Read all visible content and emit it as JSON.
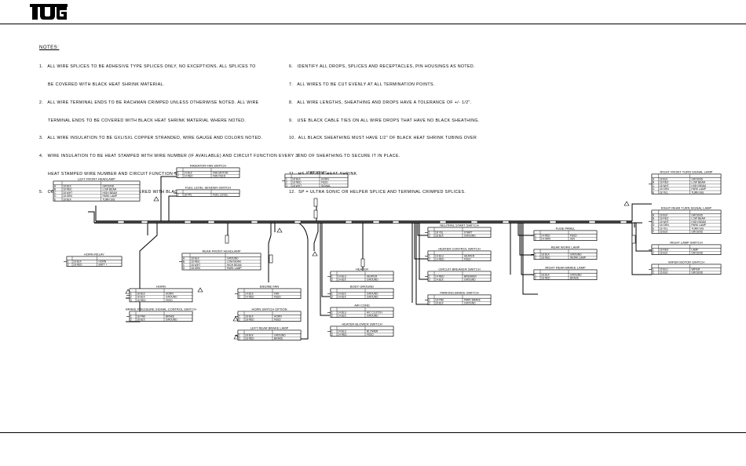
{
  "header": {
    "logo_text": "TUG"
  },
  "notes": {
    "title": "NOTES:",
    "left": [
      "1.   ALL WIRE SPLICES TO BE ADHESIVE TYPE SPLICES ONLY, NO EXCEPTIONS. ALL SPLICES TO",
      "      BE COVERED WITH BLACK HEAT SHRINK MATERIAL.",
      "2.   ALL WIRE TERMINAL ENDS TO BE RACHMAN CRIMPED UNLESS OTHERWISE NOTED. ALL WIRE",
      "      TERMINAL ENDS TO BE COVERED WITH BLACK HEAT SHRINK MATERIAL WHERE NOTED.",
      "3.   ALL WIRE INSULATION TO BE GXL/SXL COPPER STRANDED, WIRE GAUGE AND COLORS NOTED.",
      "4.   WIRE INSULATION TO BE HEAT STAMPED WITH WIRE NUMBER (IF AVAILABLE) AND CIRCUIT FUNCTION EVERY 3\"",
      "      HEAT STAMPED WIRE NUMBER AND CIRCUIT FUNCTION SHALL NOT RUB OFF.",
      "5.   COMPLETED WIRE HARNESS TO BE COVERED WITH BLACK SHEATHING."
    ],
    "right": [
      "6.   IDENTIFY ALL DROPS, SPLICES AND RECEPTACLES, PIN HOUSINGS AS NOTED.",
      "7.   ALL WIRES TO BE CUT EVENLY AT ALL TERMINATION POINTS.",
      "8.   ALL WIRE LENGTHS, SHEATHING AND DROPS HAVE A TOLERANCE OF +/- 1/2\".",
      "9.   USE BLACK CABLE TIES ON ALL WIRE DROPS THAT HAVE NO BLACK SHEATHING.",
      "10.  ALL BLACK SHEATHING MUST HAVE 1/2\" OF BLACK HEAT SHRINK TUBING OVER",
      "      END OF SHEATHING TO SECURE IT IN PLACE.",
      "11.  HS = BLACK HEAT SHRINK",
      "12.  SP = ULTRA SONIC OR HELPER SPLICE AND TERMINAL CRIMPED SPLICES."
    ]
  },
  "tables": [
    {
      "title": "LEFT FRONT HEADLAMP",
      "rows": [
        [
          "A",
          "18 BLK",
          "GROUND"
        ],
        [
          "B",
          "18 RED",
          "LOW BEAM"
        ],
        [
          "C",
          "18 WHT",
          "HIGH BEAM"
        ],
        [
          "D",
          "18 GRN",
          "PARK LAMP"
        ],
        [
          "E",
          "18 BLK",
          "TURN SIG"
        ]
      ]
    },
    {
      "title": "HORN RELAY",
      "rows": [
        [
          "1",
          "18 BLK",
          "HORN"
        ],
        [
          "2",
          "18 RED",
          "BATT +"
        ]
      ]
    },
    {
      "title": "RADIATOR FAN SWITCH",
      "rows": [
        [
          "1",
          "14 BLK",
          "FAN MOTOR"
        ],
        [
          "2",
          "14 RED",
          "FAN FEED"
        ]
      ]
    },
    {
      "title": "FUEL LEVEL SENDER SWITCH",
      "rows": [
        [
          "1",
          "18 PPL",
          "FUEL LEVEL"
        ]
      ]
    },
    {
      "title": "REAR FRONT HEADLAMP",
      "rows": [
        [
          "A",
          "18 BLK",
          "GROUND"
        ],
        [
          "B",
          "18 RED",
          "LOW BEAM"
        ],
        [
          "C",
          "18 WHT",
          "HIGH BEAM"
        ],
        [
          "D",
          "18 GRN",
          "PARK LAMP"
        ]
      ]
    },
    {
      "title": "HORN",
      "rows": [
        [
          "1",
          "18 BLK",
          "HORN"
        ],
        [
          "2",
          "18 BLK",
          "GROUND"
        ],
        [
          "3",
          "18 RED",
          "FEED"
        ]
      ]
    },
    {
      "title": "ENGINE FAN",
      "rows": [
        [
          "1",
          "14 BLK",
          "FAN"
        ],
        [
          "2",
          "14 RED",
          "FEED"
        ]
      ]
    },
    {
      "title": "BRAKE PRESSURE SIGNAL CONTROL SWITCH",
      "rows": [
        [
          "1",
          "18 PNK",
          "BRAKE"
        ],
        [
          "2",
          "18 BLK",
          "GROUND"
        ]
      ]
    },
    {
      "title": "HORN RELAY",
      "rows": [
        [
          "1",
          "18 BLK",
          "HORN"
        ],
        [
          "2",
          "18 RED",
          "FEED"
        ],
        [
          "3",
          "18 WHT",
          "SIGNAL"
        ]
      ]
    },
    {
      "title": "HORN SWITCH OPTION",
      "rows": [
        [
          "1",
          "18 BLK",
          "HORN"
        ],
        [
          "2",
          "18 RED",
          "FEED"
        ]
      ]
    },
    {
      "title": "LEFT REAR BRAKE LAMP",
      "rows": [
        [
          "1",
          "18 BLK",
          "GROUND"
        ],
        [
          "2",
          "18 RED",
          "BRAKE"
        ]
      ]
    },
    {
      "title": "HEATER",
      "rows": [
        [
          "1",
          "14 BLU",
          "HEATER"
        ],
        [
          "2",
          "14 BLK",
          "GROUND"
        ]
      ]
    },
    {
      "title": "BODY GROUND",
      "rows": [
        [
          "1",
          "14 BLK",
          "GROUND"
        ],
        [
          "2",
          "14 BLK",
          "GROUND"
        ]
      ]
    },
    {
      "title": "AIR COND",
      "rows": [
        [
          "1",
          "14 BLU",
          "A/C CLUTCH"
        ],
        [
          "2",
          "14 BLK",
          "GROUND"
        ]
      ]
    },
    {
      "title": "NEUTRAL START SWITCH",
      "rows": [
        [
          "1",
          "18 YEL",
          "START"
        ],
        [
          "2",
          "18 BLK",
          "GROUND"
        ]
      ]
    },
    {
      "title": "HEATER BLOWER SWITCH",
      "rows": [
        [
          "1",
          "14 BLU",
          "BLOWER"
        ],
        [
          "2",
          "14 RED",
          "FEED"
        ]
      ]
    },
    {
      "title": "HEATER CONTROL SWITCH",
      "rows": [
        [
          "1",
          "14 BLU",
          "HEATER"
        ],
        [
          "2",
          "14 RED",
          "FEED"
        ]
      ]
    },
    {
      "title": "CIRCUIT BREAKER SWITCH",
      "rows": [
        [
          "1",
          "14 RED",
          "BREAKER"
        ],
        [
          "2",
          "14 BLK",
          "GROUND"
        ]
      ]
    },
    {
      "title": "PARKING BRAKE SWITCH",
      "rows": [
        [
          "1",
          "18 PNK",
          "PARK BRAKE"
        ],
        [
          "2",
          "18 BLK",
          "GROUND"
        ]
      ]
    },
    {
      "title": "FUSE PANEL",
      "rows": [
        [
          "1",
          "14 RED",
          "FEED"
        ],
        [
          "2",
          "14 ORN",
          "IGN"
        ]
      ]
    },
    {
      "title": "REAR WORK LAMP",
      "rows": [
        [
          "1",
          "18 BLK",
          "GROUND"
        ],
        [
          "2",
          "18 RED",
          "WORK LAMP"
        ]
      ]
    },
    {
      "title": "RIGHT REAR BRAKE LAMP",
      "rows": [
        [
          "1",
          "18 BLK",
          "GROUND"
        ],
        [
          "2",
          "18 RED",
          "BRAKE"
        ]
      ]
    },
    {
      "title": "RIGHT FRONT TURN SIGNAL LAMP",
      "rows": [
        [
          "A",
          "18 BLK",
          "GROUND"
        ],
        [
          "B",
          "18 RED",
          "LOW BEAM"
        ],
        [
          "C",
          "18 WHT",
          "HIGH BEAM"
        ],
        [
          "D",
          "18 GRN",
          "PARK LAMP"
        ],
        [
          "E",
          "18 YEL",
          "TURN SIG"
        ]
      ]
    },
    {
      "title": "RIGHT REAR TURN SIGNAL LAMP",
      "rows": [
        [
          "A",
          "18 BLK",
          "GROUND"
        ],
        [
          "B",
          "18 RED",
          "LOW BEAM"
        ],
        [
          "C",
          "18 WHT",
          "HIGH BEAM"
        ],
        [
          "D",
          "18 GRN",
          "PARK LAMP"
        ],
        [
          "E",
          "18 YEL",
          "TURN SIG"
        ],
        [
          "F",
          "18 BLK",
          "GROUND"
        ]
      ]
    },
    {
      "title": "RIGHT LAMP SWITCH",
      "rows": [
        [
          "1",
          "18 RED",
          "LAMP"
        ],
        [
          "2",
          "18 BLK",
          "GROUND"
        ]
      ]
    },
    {
      "title": "WIPER MOTOR SWITCH",
      "rows": [
        [
          "1",
          "16 BLU",
          "WIPER"
        ],
        [
          "2",
          "16 BLK",
          "GROUND"
        ]
      ]
    }
  ]
}
